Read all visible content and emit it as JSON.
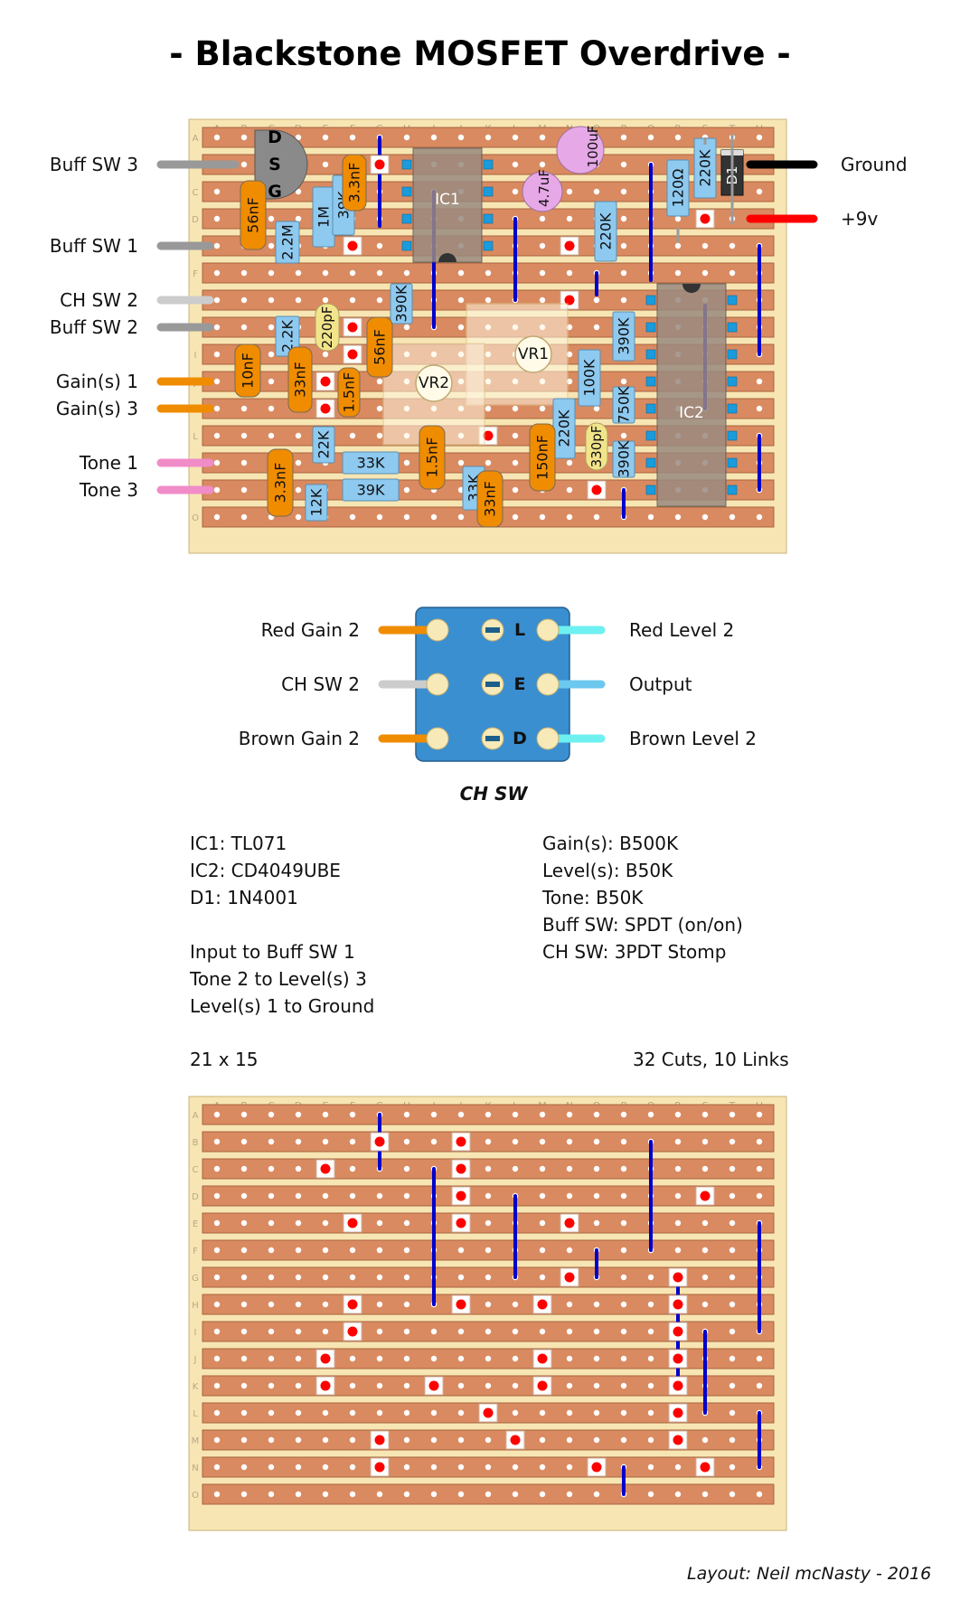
{
  "title": "- Blackstone MOSFET Overdrive -",
  "columns": [
    "A",
    "B",
    "C",
    "D",
    "E",
    "F",
    "G",
    "H",
    "I",
    "J",
    "K",
    "L",
    "M",
    "N",
    "O",
    "P",
    "Q",
    "R",
    "S",
    "T",
    "U"
  ],
  "rows": [
    "A",
    "B",
    "C",
    "D",
    "E",
    "F",
    "G",
    "H",
    "I",
    "J",
    "K",
    "L",
    "M",
    "N",
    "O"
  ],
  "colors": {
    "board": "#f7e6b3",
    "strip": "#d98a60",
    "link": "#0000cc",
    "cut": "#ff0000",
    "cap_film": "#f08c00",
    "resistor": "#8ec9ef",
    "cap_ceramic": "#f2e48a",
    "electrolytic": "#e6a8e6",
    "ic_body": "#9a8a80",
    "switch_body": "#3a8fd0"
  },
  "offboard_wires": [
    {
      "label": "Buff SW 3",
      "color": "#999999"
    },
    {
      "label": "Buff SW 1",
      "color": "#999999"
    },
    {
      "label": "CH SW 2",
      "color": "#cccccc"
    },
    {
      "label": "Buff SW 2",
      "color": "#999999"
    },
    {
      "label": "Gain(s) 1",
      "color": "#f08c00"
    },
    {
      "label": "Gain(s) 3",
      "color": "#f08c00"
    },
    {
      "label": "Tone 1",
      "color": "#f08cc8"
    },
    {
      "label": "Tone 3",
      "color": "#f08cc8"
    },
    {
      "label": "Ground",
      "color": "#000000"
    },
    {
      "label": "+9v",
      "color": "#ff0000"
    }
  ],
  "transistor_pins": [
    "D",
    "S",
    "G"
  ],
  "component_labels": {
    "c_3n3_top": "3.3nF",
    "c_56n_a": "56nF",
    "r_1m": "1M",
    "r_39k_a": "39K",
    "r_2m2": "2.2M",
    "ic1": "IC1",
    "c_4u7": "4.7uF",
    "c_100u": "100uF",
    "r_120": "120Ω",
    "r_220k_a": "220K",
    "d1": "D1",
    "r_220k_b": "220K",
    "r_2k2": "2.2K",
    "c_220p": "220pF",
    "r_390k_a": "390K",
    "c_56n_b": "56nF",
    "vr1": "VR1",
    "vr2": "VR2",
    "r_390k_b": "390K",
    "r_100k": "100K",
    "r_750k": "750K",
    "ic2": "IC2",
    "c_10n": "10nF",
    "c_33n_a": "33nF",
    "c_1n5_a": "1.5nF",
    "r_220k_c": "220K",
    "c_330p": "330pF",
    "r_390k_c": "390K",
    "r_22k": "22K",
    "r_33k_a": "33K",
    "c_1n5_b": "1.5nF",
    "r_33k_b": "33K",
    "c_150n": "150nF",
    "c_3n3_b": "3.3nF",
    "r_12k": "12K",
    "r_39k_b": "39K",
    "c_33n_b": "33nF"
  },
  "ch_sw": {
    "caption": "CH SW",
    "center_labels": [
      "L",
      "E",
      "D"
    ],
    "left_labels": [
      "Red Gain 2",
      "CH SW 2",
      "Brown Gain 2"
    ],
    "right_labels": [
      "Red Level 2",
      "Output",
      "Brown Level 2"
    ]
  },
  "notes_left": [
    "IC1: TL071",
    "IC2: CD4049UBE",
    "D1: 1N4001",
    "",
    "Input to Buff SW 1",
    "Tone 2 to Level(s) 3",
    "Level(s) 1 to Ground"
  ],
  "notes_right": [
    "Gain(s): B500K",
    "Level(s): B50K",
    "Tone: B50K",
    "Buff SW: SPDT (on/on)",
    "CH SW: 3PDT Stomp"
  ],
  "board_size": "21 x 15",
  "cuts_links": "32 Cuts, 10 Links",
  "board2_cuts": [
    [
      "G",
      "B"
    ],
    [
      "J",
      "B"
    ],
    [
      "E",
      "C"
    ],
    [
      "J",
      "C"
    ],
    [
      "J",
      "D"
    ],
    [
      "S",
      "D"
    ],
    [
      "F",
      "E"
    ],
    [
      "J",
      "E"
    ],
    [
      "N",
      "E"
    ],
    [
      "N",
      "G"
    ],
    [
      "R",
      "G"
    ],
    [
      "F",
      "H"
    ],
    [
      "J",
      "H"
    ],
    [
      "M",
      "H"
    ],
    [
      "R",
      "H"
    ],
    [
      "F",
      "I"
    ],
    [
      "R",
      "I"
    ],
    [
      "E",
      "J"
    ],
    [
      "M",
      "J"
    ],
    [
      "R",
      "J"
    ],
    [
      "E",
      "K"
    ],
    [
      "I",
      "K"
    ],
    [
      "M",
      "K"
    ],
    [
      "R",
      "K"
    ],
    [
      "K",
      "L"
    ],
    [
      "R",
      "L"
    ],
    [
      "G",
      "M"
    ],
    [
      "L",
      "M"
    ],
    [
      "R",
      "M"
    ],
    [
      "G",
      "N"
    ],
    [
      "O",
      "N"
    ],
    [
      "S",
      "N"
    ]
  ],
  "board2_links": [
    [
      "G",
      "A",
      "C"
    ],
    [
      "I",
      "C",
      "H"
    ],
    [
      "L",
      "D",
      "G"
    ],
    [
      "O",
      "F",
      "G"
    ],
    [
      "Q",
      "B",
      "F"
    ],
    [
      "R",
      "G",
      "K"
    ],
    [
      "S",
      "I",
      "L"
    ],
    [
      "U",
      "E",
      "I"
    ],
    [
      "U",
      "L",
      "N"
    ],
    [
      "P",
      "N",
      "O"
    ]
  ],
  "credit": "Layout: Neil mcNasty - 2016"
}
